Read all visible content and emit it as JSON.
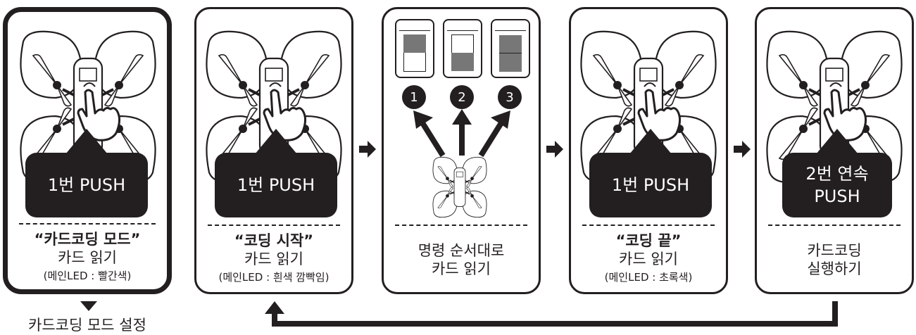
{
  "panels": [
    {
      "push": "1번 PUSH",
      "title": "“카드코딩 모드”",
      "line2": "카드 읽기",
      "line3": "(메인LED : 빨간색)"
    },
    {
      "push": "1번 PUSH",
      "title": "“코딩 시작”",
      "line2": "카드 읽기",
      "line3": "(메인LED : 흰색 깜빡임)"
    },
    {
      "line1": "명령 순서대로",
      "line2": "카드 읽기",
      "badges": [
        "1",
        "2",
        "3"
      ]
    },
    {
      "push": "1번 PUSH",
      "title": "“코딩 끝”",
      "line2": "카드 읽기",
      "line3": "(메인LED : 초록색)"
    },
    {
      "push_line1": "2번 연속",
      "push_line2": "PUSH",
      "line1": "카드코딩",
      "line2": "실행하기"
    }
  ],
  "mode_label": "카드코딩 모드 설정",
  "icons": [
    "drone-icon",
    "hand-press-icon",
    "card-icon",
    "arrow-right-icon",
    "loop-back-arrow-icon"
  ]
}
